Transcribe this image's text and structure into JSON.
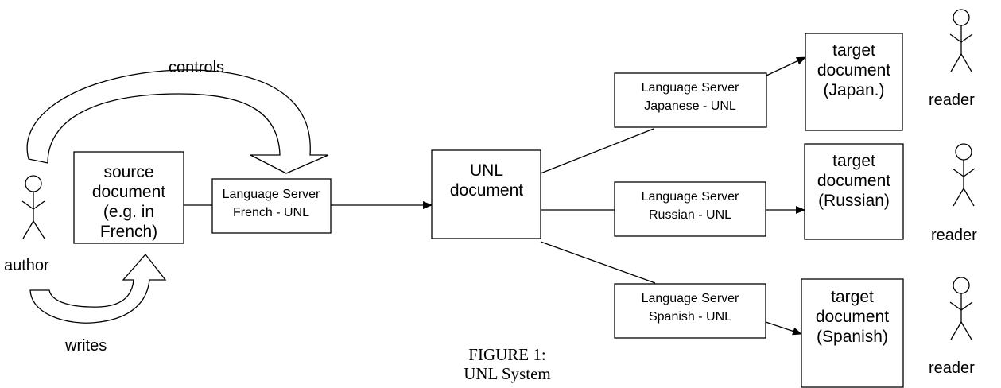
{
  "source": {
    "lines": [
      "source",
      "document",
      "(e.g. in",
      "French)"
    ]
  },
  "ls_french": {
    "lines": [
      "Language Server",
      "French - UNL"
    ]
  },
  "unl": {
    "lines": [
      "UNL",
      "document"
    ]
  },
  "ls_japanese": {
    "lines": [
      "Language Server",
      "Japanese - UNL"
    ]
  },
  "ls_russian": {
    "lines": [
      "Language Server",
      "Russian - UNL"
    ]
  },
  "ls_spanish": {
    "lines": [
      "Language Server",
      "Spanish - UNL"
    ]
  },
  "target_japan": {
    "lines": [
      "target",
      "document",
      "(Japan.)"
    ]
  },
  "target_russian": {
    "lines": [
      "target",
      "document",
      "(Russian)"
    ]
  },
  "target_spanish": {
    "lines": [
      "target",
      "document",
      "(Spanish)"
    ]
  },
  "labels": {
    "controls": "controls",
    "writes": "writes",
    "author": "author",
    "reader": "reader"
  },
  "caption": {
    "lines": [
      "FIGURE 1:",
      "UNL System"
    ]
  }
}
